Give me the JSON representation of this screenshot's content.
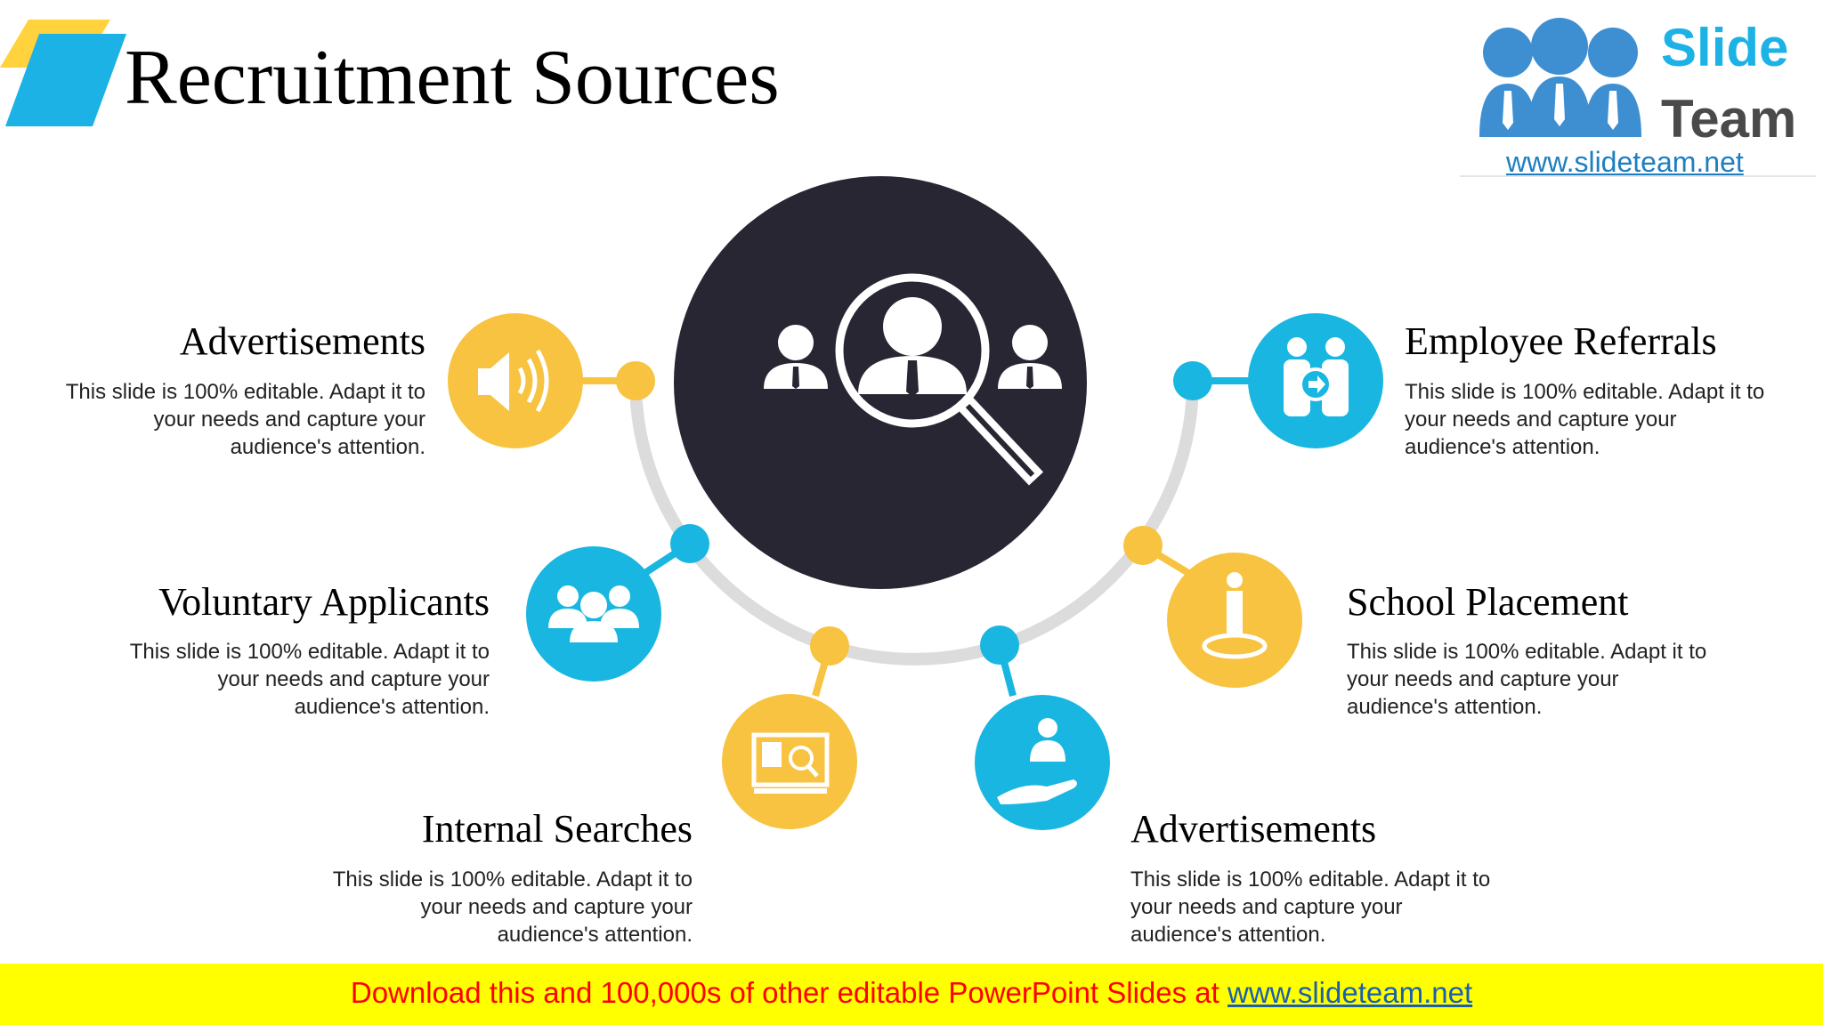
{
  "slide": {
    "title": "Recruitment Sources"
  },
  "logo": {
    "word1": "Slide",
    "word2": "Team",
    "url": "www.slideteam.net"
  },
  "items": [
    {
      "heading": "Advertisements",
      "text": "This slide is 100% editable. Adapt it to your needs and capture your audience's attention.",
      "icon": "speaker-icon",
      "color": "#f7c340"
    },
    {
      "heading": "Voluntary Applicants",
      "text": "This slide is 100% editable. Adapt it to your needs and capture your audience's attention.",
      "icon": "group-people-icon",
      "color": "#18b6e0"
    },
    {
      "heading": "Internal Searches",
      "text": "This slide is 100% editable. Adapt it to your needs and capture your audience's attention.",
      "icon": "monitor-search-icon",
      "color": "#f7c340"
    },
    {
      "heading": "Advertisements",
      "text": "This slide is 100% editable. Adapt it to your needs and capture your audience's attention.",
      "icon": "hand-person-icon",
      "color": "#18b6e0"
    },
    {
      "heading": "School Placement",
      "text": "This slide is 100% editable. Adapt it to your needs and capture your audience's attention.",
      "icon": "person-pedestal-icon",
      "color": "#f7c340"
    },
    {
      "heading": "Employee Referrals",
      "text": "This slide is 100% editable. Adapt it to your needs and capture your audience's attention.",
      "icon": "referral-people-icon",
      "color": "#18b6e0"
    }
  ],
  "center": {
    "icon": "magnifier-people-icon",
    "color": "#272632"
  },
  "colors": {
    "yellow": "#f7c340",
    "blue": "#18b6e0",
    "arc": "#dcdcdc",
    "dark": "#272632",
    "accent_yellow": "#ffd23e",
    "accent_blue": "#1cb2e6"
  },
  "banner": {
    "text": "Download this and 100,000s of other editable PowerPoint Slides at ",
    "link": "www.slideteam.net"
  }
}
